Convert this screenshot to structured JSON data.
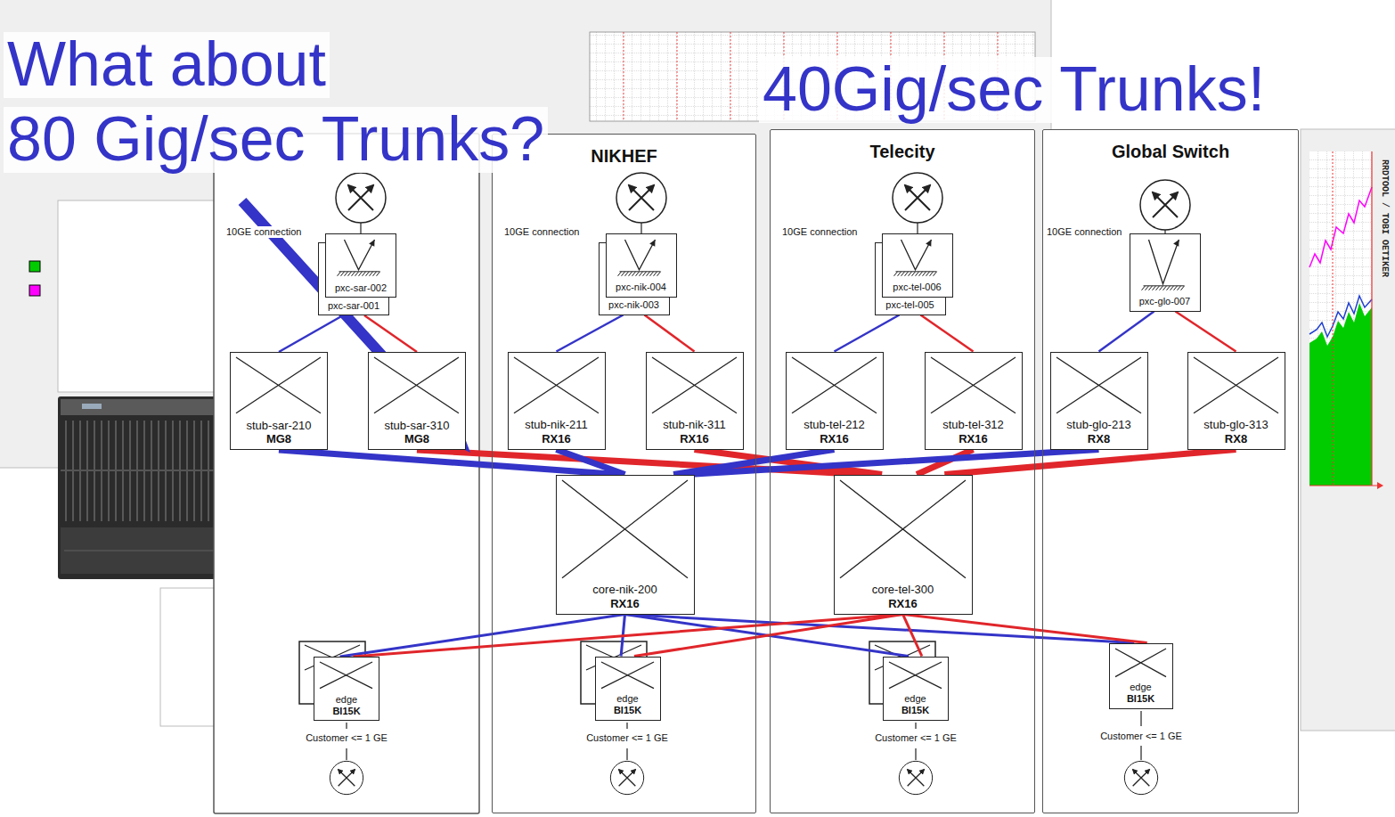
{
  "diagram": {
    "nodes": [
      {
        "text": [
          "NIKHEF"
        ]
      },
      {
        "text": [
          "Telecity"
        ]
      },
      {
        "text": [
          "Global Switch"
        ]
      },
      {
        "text": [
          "pxc-sar-002"
        ]
      },
      {
        "text": [
          "pxc-sar-001"
        ]
      },
      {
        "text": [
          "pxc-nik-004"
        ],
        "in": 0
      },
      {
        "text": [
          "pxc-nik-003"
        ],
        "in": 0
      },
      {
        "text": [
          "pxc-tel-006"
        ],
        "in": 1
      },
      {
        "text": [
          "pxc-tel-005"
        ],
        "in": 1
      },
      {
        "text": [
          "pxc-glo-007"
        ],
        "in": 2
      },
      {
        "text": [
          "stub-sar-210",
          "MG8"
        ]
      },
      {
        "text": [
          "stub-sar-310",
          "MG8"
        ]
      },
      {
        "text": [
          "stub-nik-211",
          "RX16"
        ],
        "in": 0
      },
      {
        "text": [
          "stub-nik-311",
          "RX16"
        ],
        "in": 0
      },
      {
        "text": [
          "stub-tel-212",
          "RX16"
        ],
        "in": 1
      },
      {
        "text": [
          "stub-tel-312",
          "RX16"
        ],
        "in": 1
      },
      {
        "text": [
          "stub-glo-213",
          "RX8"
        ],
        "in": 2
      },
      {
        "text": [
          "stub-glo-313",
          "RX8"
        ],
        "in": 2
      },
      {
        "text": [
          "core-nik-200",
          "RX16"
        ],
        "in": 0
      },
      {
        "text": [
          "core-tel-300",
          "RX16"
        ],
        "in": 1
      },
      {
        "text": [
          "edge",
          "BI15K"
        ]
      },
      {
        "text": [
          "edge",
          "BI15K"
        ],
        "in": 0
      },
      {
        "text": [
          "edge",
          "BI15K"
        ],
        "in": 1
      },
      {
        "text": [
          "edge",
          "BI15K"
        ],
        "in": 2
      }
    ],
    "edges": [
      {
        "from": 4,
        "to": 10,
        "arrow": "none"
      },
      {
        "from": 4,
        "to": 11,
        "arrow": "none"
      },
      {
        "from": 6,
        "to": 12,
        "arrow": "none"
      },
      {
        "from": 6,
        "to": 13,
        "arrow": "none"
      },
      {
        "from": 8,
        "to": 14,
        "arrow": "none"
      },
      {
        "from": 8,
        "to": 15,
        "arrow": "none"
      },
      {
        "from": 9,
        "to": 16,
        "arrow": "none"
      },
      {
        "from": 9,
        "to": 17,
        "arrow": "none"
      },
      {
        "from": 10,
        "to": 18,
        "arrow": "none"
      },
      {
        "from": 11,
        "to": 19,
        "arrow": "none"
      },
      {
        "from": 12,
        "to": 18,
        "arrow": "none"
      },
      {
        "from": 13,
        "to": 19,
        "arrow": "none"
      },
      {
        "from": 14,
        "to": 18,
        "arrow": "none"
      },
      {
        "from": 15,
        "to": 19,
        "arrow": "none"
      },
      {
        "from": 16,
        "to": 18,
        "arrow": "none"
      },
      {
        "from": 17,
        "to": 19,
        "arrow": "none"
      },
      {
        "from": 18,
        "to": 20,
        "arrow": "none"
      },
      {
        "from": 18,
        "to": 21,
        "arrow": "none"
      },
      {
        "from": 18,
        "to": 22,
        "arrow": "none"
      },
      {
        "from": 18,
        "to": 23,
        "arrow": "none"
      },
      {
        "from": 19,
        "to": 20,
        "arrow": "none"
      },
      {
        "from": 19,
        "to": 21,
        "arrow": "none"
      },
      {
        "from": 19,
        "to": 22,
        "arrow": "none"
      },
      {
        "from": 19,
        "to": 23,
        "arrow": "none"
      }
    ],
    "labels": [
      "What about",
      "80 Gig/sec Trunks?",
      "40Gig/sec Trunks!",
      "10GE connection",
      "10GE connection",
      "10GE connection",
      "10GE connection",
      "Customer <= 1 GE",
      "Customer <= 1 GE",
      "Customer <= 1 GE",
      "Customer <= 1 GE",
      "RRDTOOL / TOBI OETIKER"
    ]
  }
}
